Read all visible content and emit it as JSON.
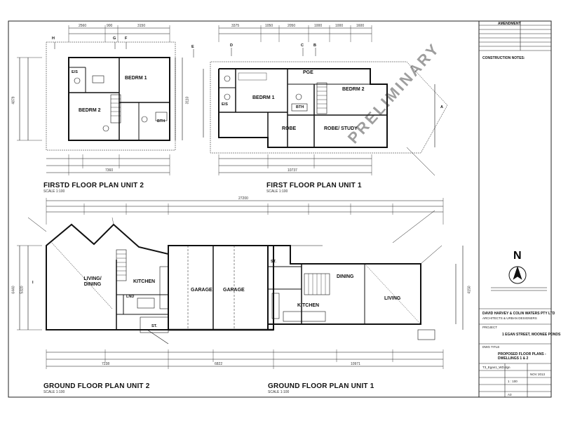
{
  "plans": {
    "first_floor_unit2": {
      "title": "FIRSTD FLOOR PLAN UNIT 2",
      "scale": "SCALE 1:100"
    },
    "first_floor_unit1": {
      "title": "FIRST FLOOR PLAN UNIT 1",
      "scale": "SCALE 1:100"
    },
    "ground_floor_unit2": {
      "title": "GROUND FLOOR PLAN UNIT 2",
      "scale": "SCALE 1:100"
    },
    "ground_floor_unit1": {
      "title": "GROUND FLOOR PLAN UNIT 1",
      "scale": "SCALE 1:100"
    }
  },
  "rooms": {
    "u2_bedrm1": "BEDRM 1",
    "u2_bedrm2": "BEDRM 2",
    "u2_es": "E/S",
    "u2_bth": "BTH",
    "u1_bedrm1": "BEDRM 1",
    "u1_bedrm2": "BEDRM 2",
    "u1_es": "E/S",
    "u1_pge": "PGE",
    "u1_bth": "BTH",
    "u1_robe": "ROBE",
    "u1_robe_study": "ROBE/ STUDY",
    "g2_living": "LIVING/ DINING",
    "g2_kitchen": "KITCHEN",
    "g2_lnd": "LND",
    "g2_st": "ST.",
    "g_garage1": "GARAGE",
    "g_garage2": "GARAGE",
    "g1_st": "ST.",
    "g1_dining": "DINING",
    "g1_kitchen": "KITCHEN",
    "g1_living": "LIVING"
  },
  "section_markers": [
    "H",
    "G",
    "F",
    "E",
    "D",
    "C",
    "B",
    "A",
    "I"
  ],
  "dimensions": {
    "top_overall": "27200",
    "first_u2_total": "7360",
    "first_u1_total": "10737",
    "ground_u2_total": "7238",
    "ground_mid": "6822",
    "ground_u1_total": "10971",
    "top_segments": [
      "2560",
      "900",
      "3150",
      "3375",
      "1050",
      "2050",
      "1000",
      "1000",
      "1600"
    ],
    "side_dims": [
      "4879",
      "6440",
      "5320",
      "4150",
      "3110"
    ]
  },
  "watermark": "PRELIMINARY",
  "north_symbol": "N",
  "title_block": {
    "amendments_header": "AMENDMENT",
    "notes_header": "CONSTRUCTION NOTES:",
    "company": "DAVID HARVEY & COLIN WATERS PTY LTD",
    "company_sub": "ARCHITECTS & URBAN DESIGNERS",
    "project_label": "PROJECT",
    "project_address": "1 EGAN STREET, MOONEE PONDS",
    "drawing_title_label": "DWG TITLE",
    "drawing_title": "PROPOSED FLOOR PLANS - DWELLINGS 1 & 2",
    "scale_value": "1 : 100",
    "date_value": "NOV 2013",
    "sheet_size": "A3",
    "file_name": "T3_Egan1_WD.dgn"
  }
}
